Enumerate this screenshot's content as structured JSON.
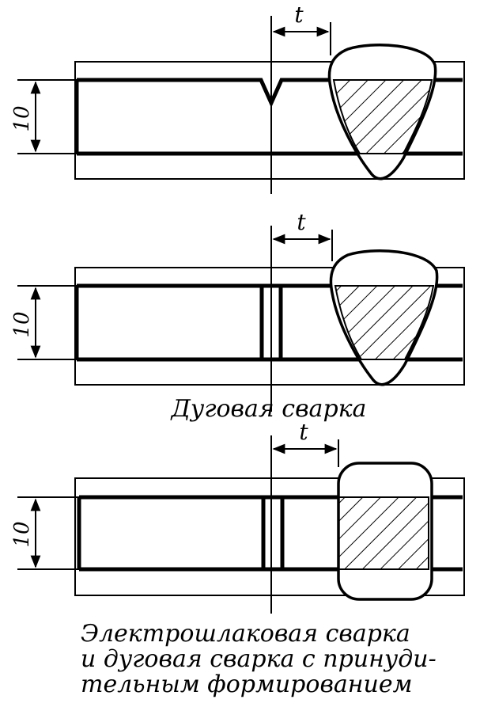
{
  "diagrams": [
    {
      "dimension_label": "10",
      "gap_label": "t",
      "caption": ""
    },
    {
      "dimension_label": "10",
      "gap_label": "t",
      "caption": "Дуговая сварка"
    },
    {
      "dimension_label": "10",
      "gap_label": "t",
      "caption_lines": [
        "Электрошлаковая сварка",
        "и дуговая сварка с принуди-",
        "тельным формированием"
      ]
    }
  ],
  "colors": {
    "ink": "#000000",
    "paper": "#ffffff"
  }
}
